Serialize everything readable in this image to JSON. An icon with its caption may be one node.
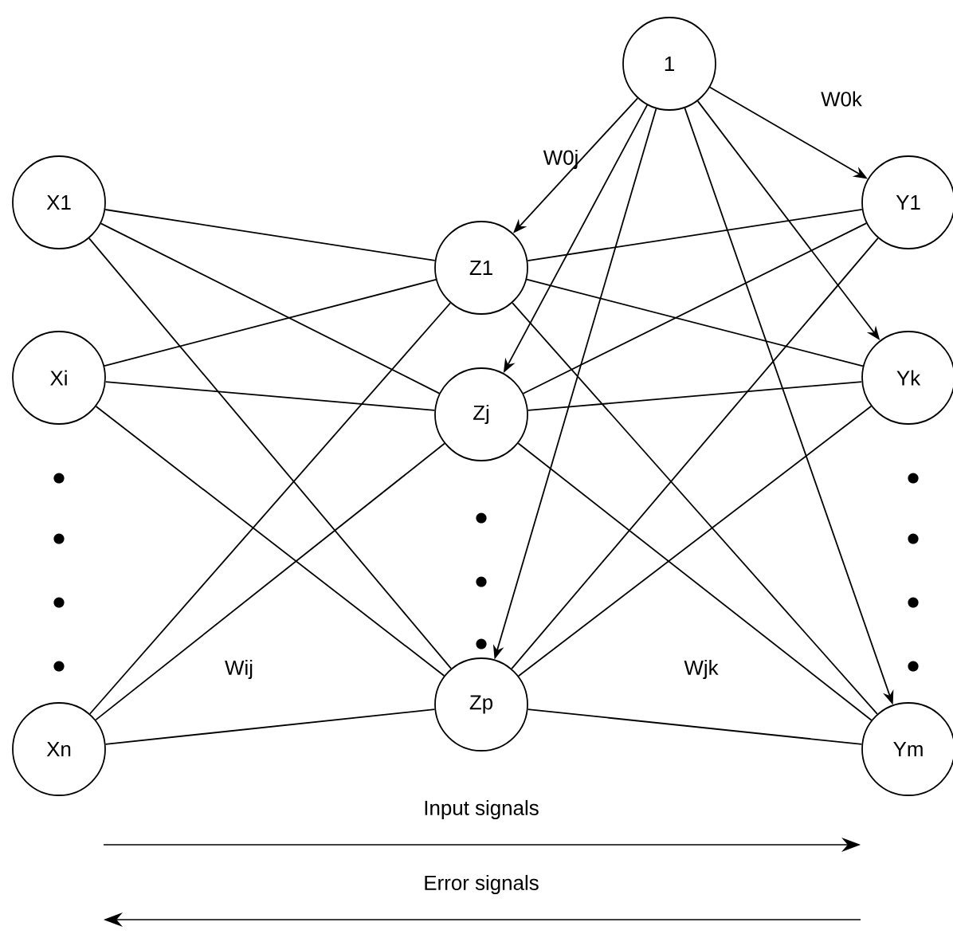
{
  "diagram": {
    "nodes": [
      {
        "text": [
          "1"
        ]
      },
      {
        "text": [
          "X1"
        ]
      },
      {
        "text": [
          "Xi"
        ]
      },
      {
        "text": [
          "Xn"
        ]
      },
      {
        "text": [
          "Z1"
        ]
      },
      {
        "text": [
          "Zj"
        ]
      },
      {
        "text": [
          "Zp"
        ]
      },
      {
        "text": [
          "Y1"
        ]
      },
      {
        "text": [
          "Yk"
        ]
      },
      {
        "text": [
          "Ym"
        ]
      }
    ],
    "edges": [
      {
        "from": 1,
        "to": 4,
        "arrow": "none"
      },
      {
        "from": 1,
        "to": 5,
        "arrow": "none"
      },
      {
        "from": 1,
        "to": 6,
        "arrow": "none"
      },
      {
        "from": 2,
        "to": 4,
        "arrow": "none"
      },
      {
        "from": 2,
        "to": 5,
        "arrow": "none"
      },
      {
        "from": 2,
        "to": 6,
        "arrow": "none"
      },
      {
        "from": 3,
        "to": 4,
        "arrow": "none"
      },
      {
        "from": 3,
        "to": 5,
        "arrow": "none"
      },
      {
        "from": 3,
        "to": 6,
        "arrow": "none"
      },
      {
        "from": 4,
        "to": 7,
        "arrow": "none"
      },
      {
        "from": 4,
        "to": 8,
        "arrow": "none"
      },
      {
        "from": 4,
        "to": 9,
        "arrow": "none"
      },
      {
        "from": 5,
        "to": 7,
        "arrow": "none"
      },
      {
        "from": 5,
        "to": 8,
        "arrow": "none"
      },
      {
        "from": 5,
        "to": 9,
        "arrow": "none"
      },
      {
        "from": 6,
        "to": 7,
        "arrow": "none"
      },
      {
        "from": 6,
        "to": 8,
        "arrow": "none"
      },
      {
        "from": 6,
        "to": 9,
        "arrow": "none"
      },
      {
        "from": 0,
        "to": 4,
        "arrow": "to",
        "label": "W0j"
      },
      {
        "from": 0,
        "to": 5,
        "arrow": "to"
      },
      {
        "from": 0,
        "to": 6,
        "arrow": "to"
      },
      {
        "from": 0,
        "to": 7,
        "arrow": "to",
        "label": "W0k"
      },
      {
        "from": 0,
        "to": 8,
        "arrow": "to"
      },
      {
        "from": 0,
        "to": 9,
        "arrow": "to"
      }
    ],
    "labels": [
      "Wij",
      "Wjk",
      "Input signals",
      "Error signals"
    ]
  }
}
